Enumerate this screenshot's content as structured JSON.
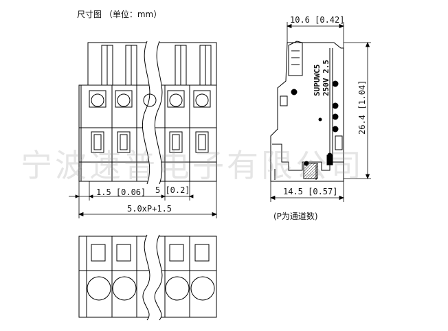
{
  "header": {
    "title": "尺寸图 （单位：mm）"
  },
  "dimensions": {
    "pitch_label": "1.5 [0.06]",
    "spacing_label": "5 [0.2]",
    "total_label": "5.0xP+1.5",
    "width_top_label": "10.6 [0.42]",
    "width_bottom_label": "14.5 [0.57]",
    "height_label": "26.4 [1.04]"
  },
  "side_marking": {
    "brand": "SUPUWC5",
    "rating": "250V 2.5"
  },
  "note": "(P为通道数)",
  "watermark": "宁波速普电子有限公司",
  "colors": {
    "line": "#000000",
    "watermark": "#999999"
  }
}
